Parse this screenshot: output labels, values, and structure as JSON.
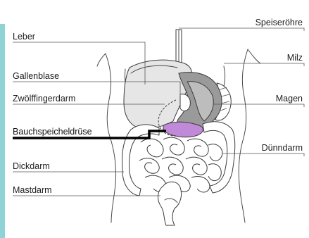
{
  "labels": {
    "leber": "Leber",
    "gallenblase": "Gallenblase",
    "zwoelffingerdarm": "Zwölffingerdarm",
    "bauchspeicheldruese": "Bauchspeicheldrüse",
    "dickdarm": "Dickdarm",
    "mastdarm": "Mastdarm",
    "speiseroehre": "Speiseröhre",
    "milz": "Milz",
    "magen": "Magen",
    "duenndarm": "Dünndarm"
  },
  "colors": {
    "accent_bar": "#8fd3d6",
    "pancreas_highlight": "#c08ad8",
    "liver_fill": "#e6e6e6",
    "stomach_fill": "#9a9a9a",
    "pancreas_leader": "#000000"
  },
  "highlighted_organ": "bauchspeicheldruese"
}
